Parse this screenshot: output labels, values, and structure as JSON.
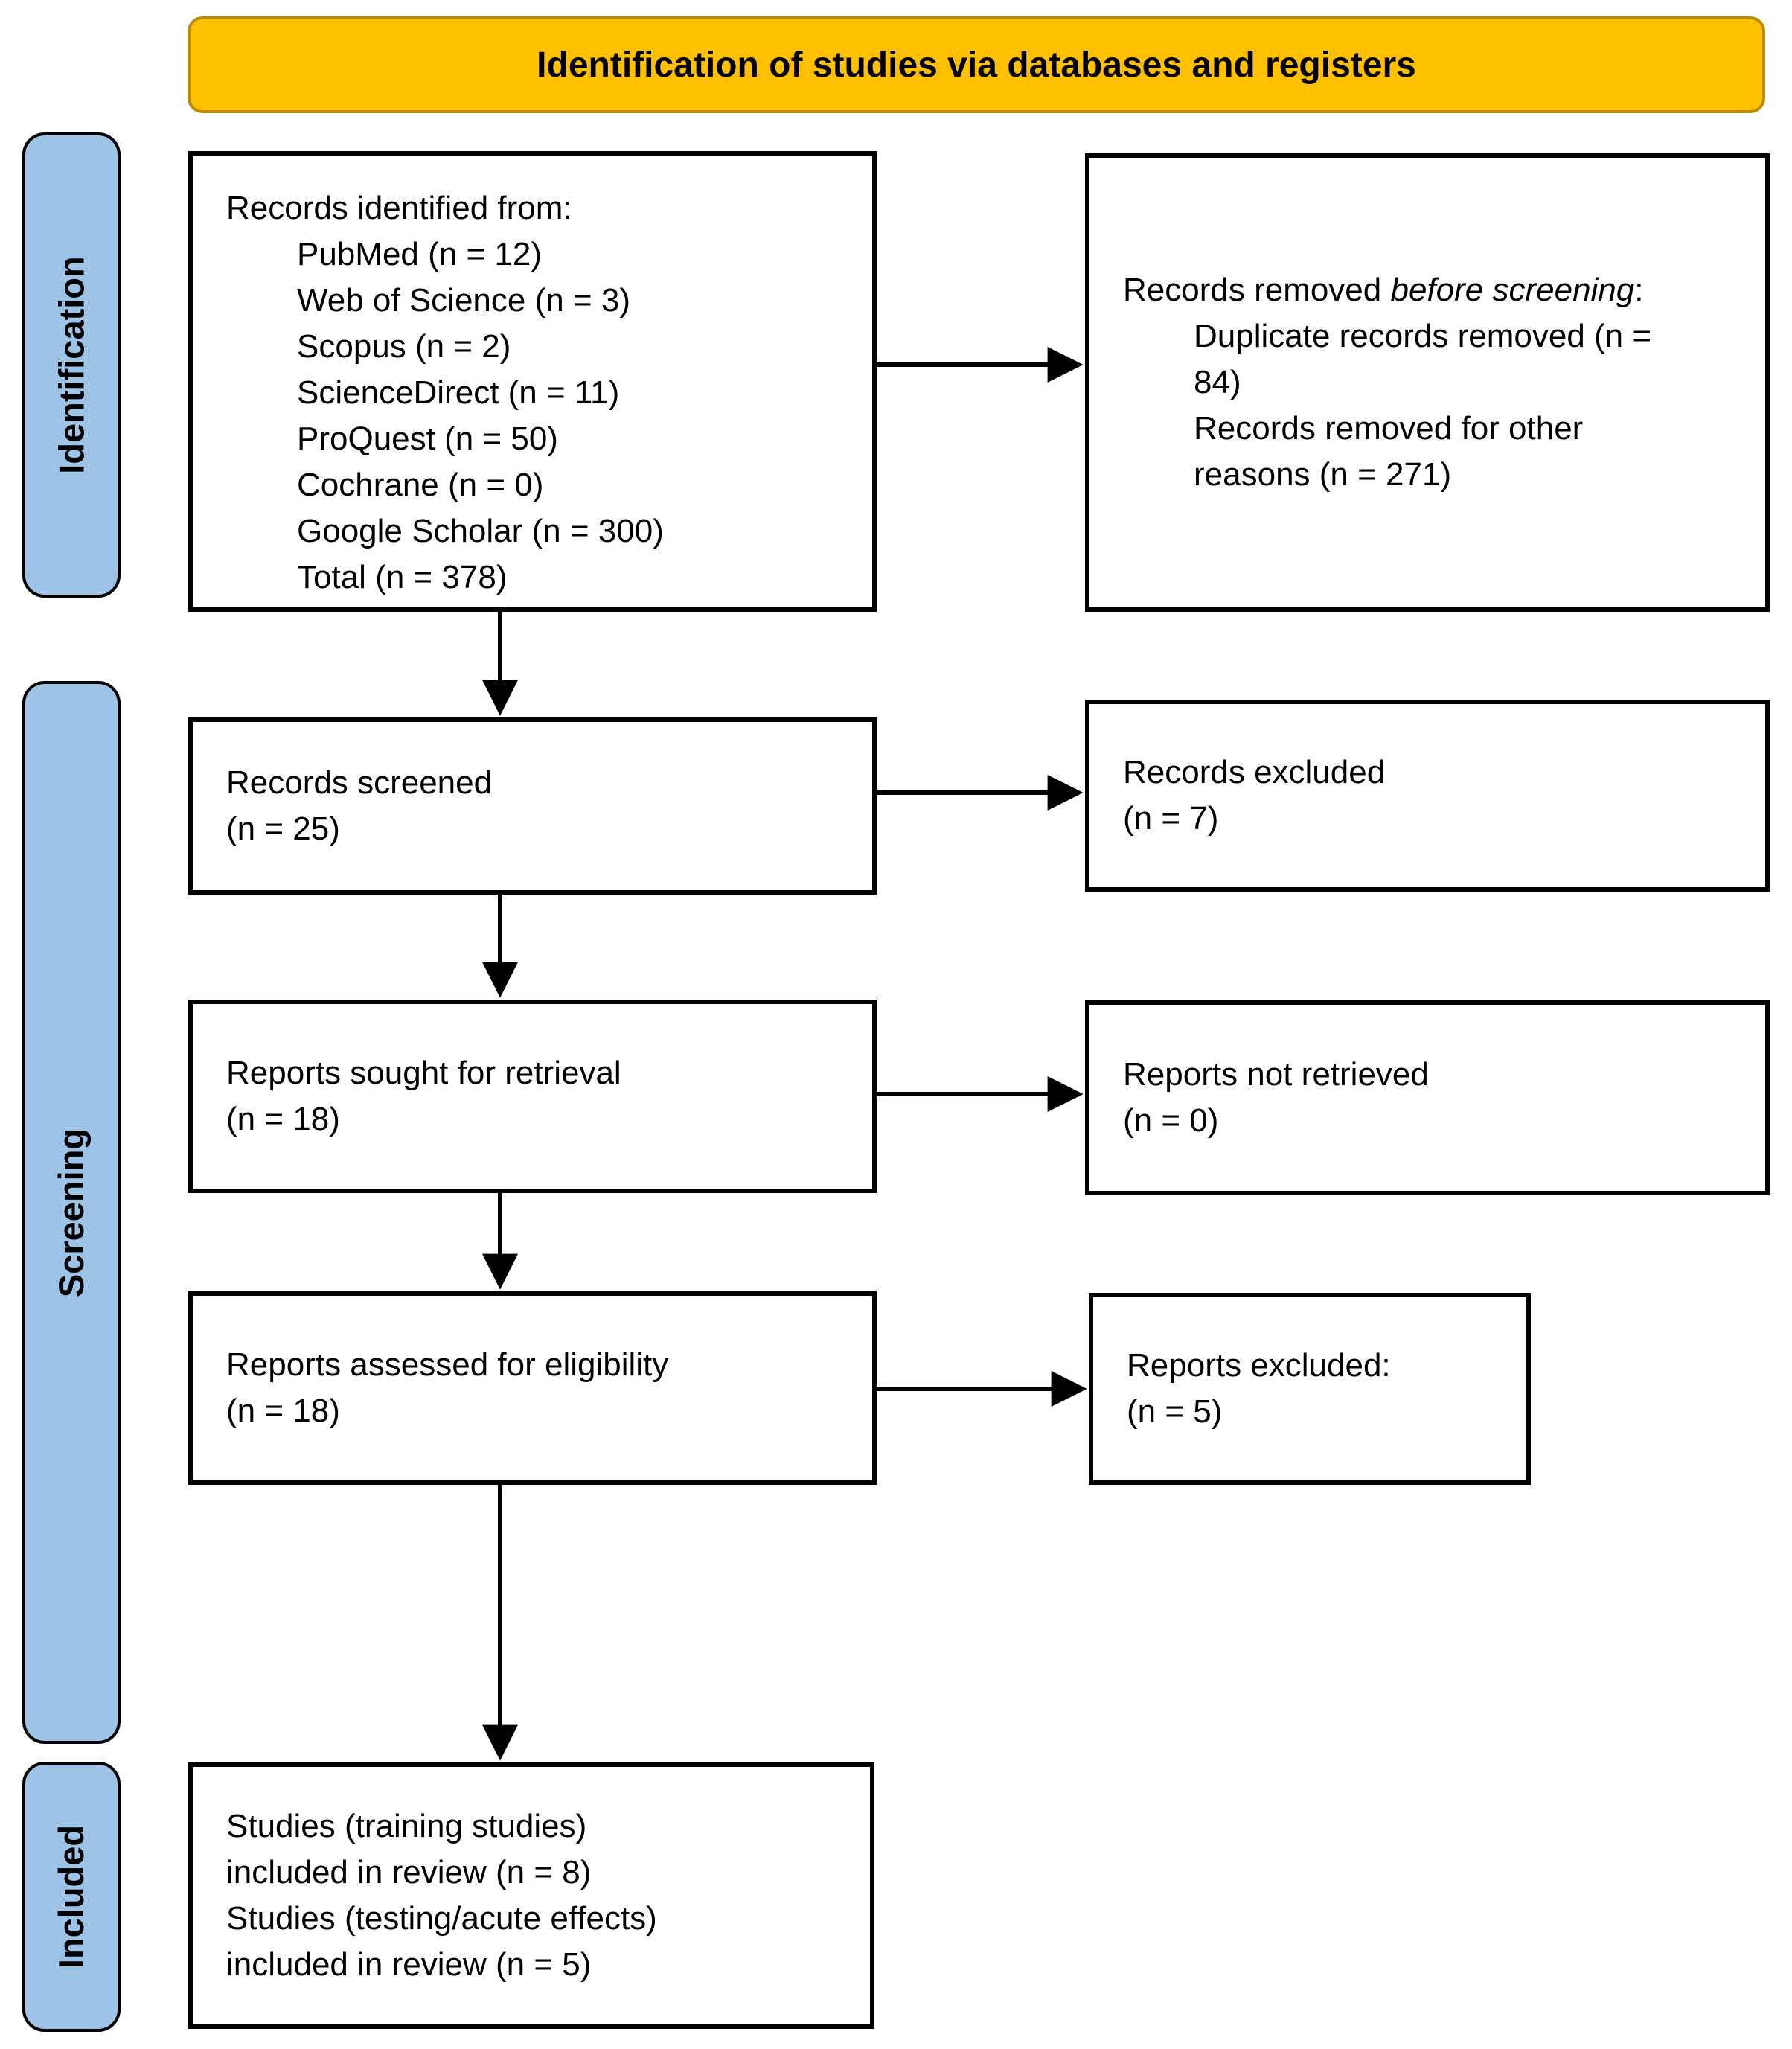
{
  "banner": {
    "title": "Identification of studies via databases and registers"
  },
  "stages": [
    {
      "label": "Identification"
    },
    {
      "label": "Screening"
    },
    {
      "label": "Included"
    }
  ],
  "boxes": {
    "identified": {
      "title": "Records identified from:",
      "items": [
        "PubMed (n = 12)",
        "Web of Science (n = 3)",
        "Scopus (n = 2)",
        "ScienceDirect (n = 11)",
        "ProQuest (n = 50)",
        "Cochrane (n = 0)",
        "Google Scholar (n = 300)",
        "Total (n = 378)"
      ]
    },
    "removed": {
      "title_prefix": "Records removed ",
      "title_italic": "before screening",
      "title_suffix": ":",
      "items": [
        "Duplicate records removed (n = 84)",
        "Records removed for other reasons (n = 271)"
      ]
    },
    "screened": {
      "lines": [
        "Records screened",
        "(n = 25)"
      ]
    },
    "records_excluded": {
      "lines": [
        "Records excluded",
        "(n = 7)"
      ]
    },
    "sought": {
      "lines": [
        "Reports sought for retrieval",
        "(n = 18)"
      ]
    },
    "not_retrieved": {
      "lines": [
        "Reports not retrieved",
        "(n = 0)"
      ]
    },
    "assessed": {
      "lines": [
        "Reports assessed for eligibility",
        "(n = 18)"
      ]
    },
    "reports_excluded": {
      "lines": [
        "Reports excluded:",
        "(n = 5)"
      ]
    },
    "included_studies": {
      "lines": [
        "Studies (training studies)",
        "included in review (n = 8)",
        "Studies (testing/acute effects)",
        "included in review (n = 5)"
      ]
    }
  },
  "colors": {
    "banner_bg": "#FFC000",
    "banner_border": "#BC8C00",
    "stage_bg": "#9DC3E6",
    "box_bg": "#FFFFFF",
    "box_border": "#000000",
    "text": "#000000"
  }
}
